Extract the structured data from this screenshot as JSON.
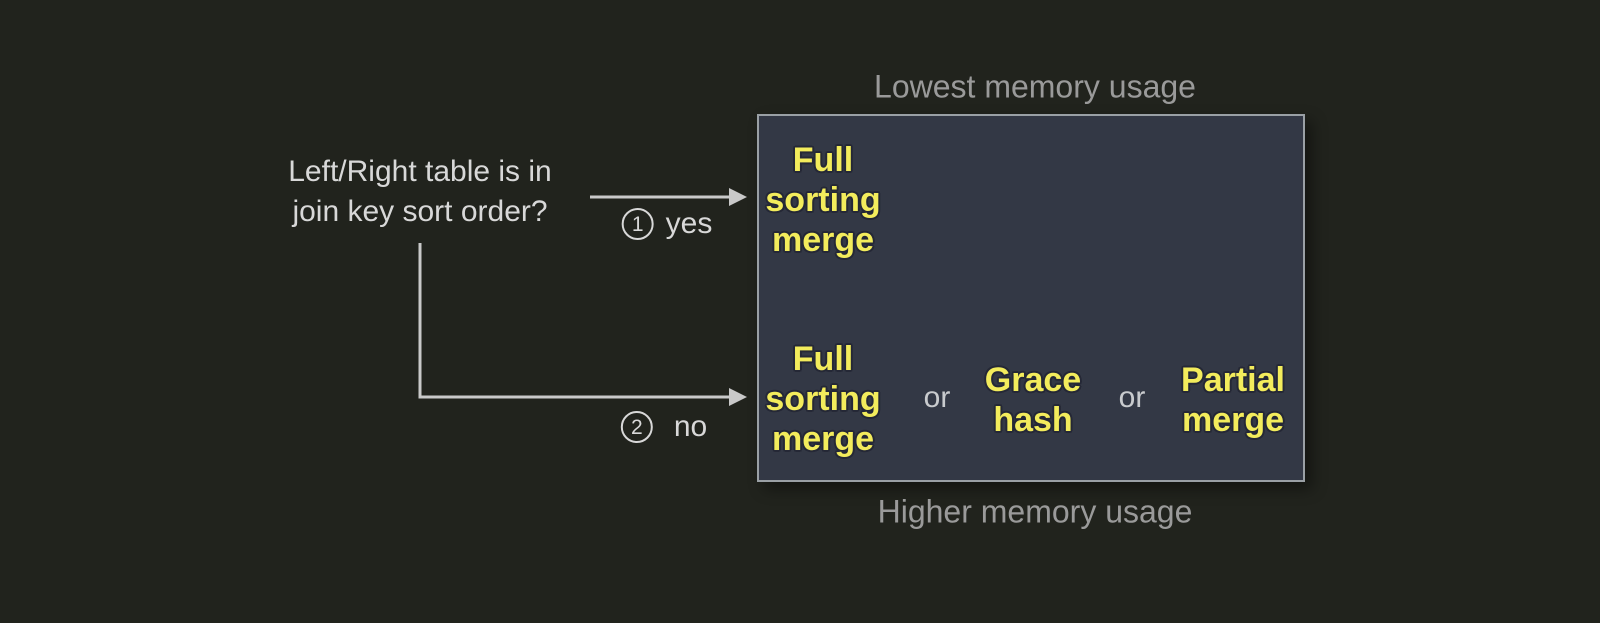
{
  "colors": {
    "background": "#21231d",
    "box-fill": "#333845",
    "box-border": "#9aa0a5",
    "algo-yellow": "#f3ec5c",
    "algo-outline": "#252836",
    "muted-gray": "#9a9a9a",
    "light-text": "#d8d8d8",
    "connector": "#c9c9c9"
  },
  "question": {
    "line1": "Left/Right table is in",
    "line2": "join key sort order?"
  },
  "branches": {
    "yes": {
      "number": "1",
      "label": "yes"
    },
    "no": {
      "number": "2",
      "label": "no"
    }
  },
  "memory": {
    "top": "Lowest memory usage",
    "bottom": "Higher memory usage"
  },
  "or_label": "or",
  "algorithms": {
    "sorted_case": [
      "Full",
      "sorting",
      "merge"
    ],
    "unsorted_case_1": [
      "Full",
      "sorting",
      "merge"
    ],
    "unsorted_case_2": [
      "Grace",
      "hash"
    ],
    "unsorted_case_3": [
      "Partial",
      "merge"
    ]
  }
}
